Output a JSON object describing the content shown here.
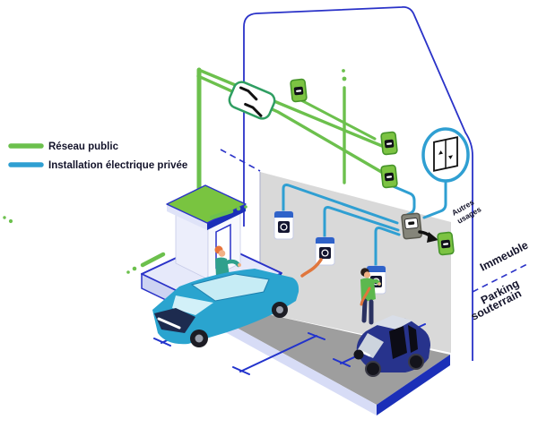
{
  "diagram": {
    "title_hint": "EV charging installation diagram (building with underground parking)",
    "legend": {
      "items": [
        {
          "label": "Réseau public",
          "color": "#6cc04d"
        },
        {
          "label": "Installation électrique privée",
          "color": "#2f9fd2"
        }
      ]
    },
    "labels": {
      "autres_usages_line1": "Autres",
      "autres_usages_line2": "usages",
      "immeuble": "Immeuble",
      "parking_line1": "Parking",
      "parking_line2": "souterrain"
    },
    "icons": [
      "utility-pole",
      "disconnect-switch",
      "electric-meter",
      "riser-line",
      "elevator",
      "main-breaker",
      "switch-arrow",
      "ev-charger-station",
      "transformer-kiosk",
      "ev-car",
      "ev-microcar"
    ],
    "colors": {
      "public_network_green": "#6cc04d",
      "private_install_blue": "#2f9fd2",
      "outline_blue": "#2a32c8",
      "navy": "#1b2fb8",
      "lavender": "#dfe3f8",
      "wall_gray": "#d9d9d9",
      "floor_gray": "#9e9e9e",
      "meter_green": "#7cc342",
      "cable_orange": "#e0763c"
    }
  }
}
